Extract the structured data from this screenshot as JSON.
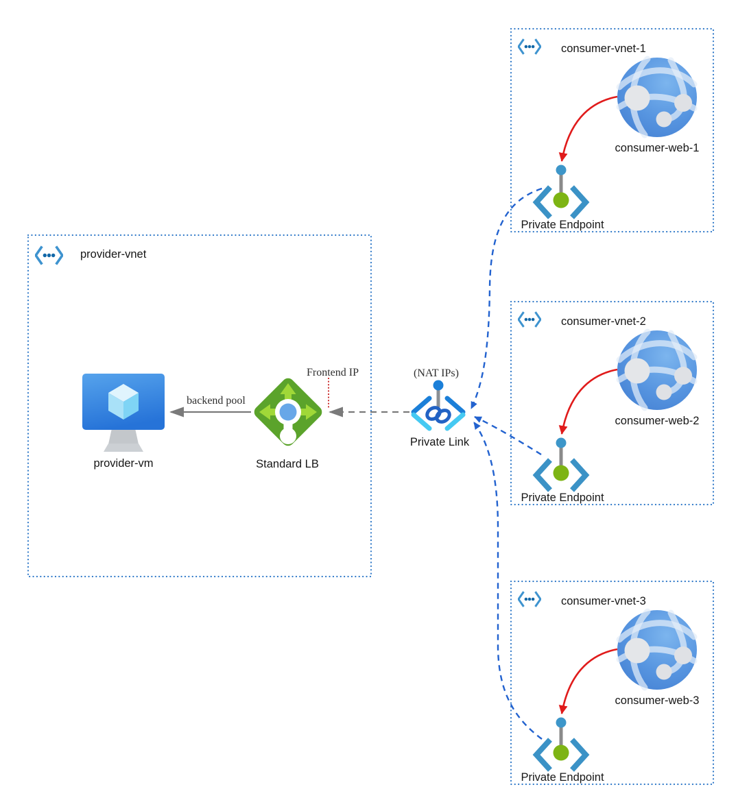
{
  "provider": {
    "vnet_label": "provider-vnet",
    "vm_label": "provider-vm",
    "lb_label": "Standard LB",
    "backend_pool_label": "backend pool",
    "frontend_ip_label": "Frontend IP"
  },
  "private_link": {
    "nat_ips_label": "(NAT IPs)",
    "label": "Private Link"
  },
  "consumers": [
    {
      "vnet_label": "consumer-vnet-1",
      "web_label": "consumer-web-1",
      "endpoint_label": "Private Endpoint"
    },
    {
      "vnet_label": "consumer-vnet-2",
      "web_label": "consumer-web-2",
      "endpoint_label": "Private Endpoint"
    },
    {
      "vnet_label": "consumer-vnet-3",
      "web_label": "consumer-web-3",
      "endpoint_label": "Private Endpoint"
    }
  ],
  "colors": {
    "box_border_blue": "#2e78c8",
    "flow_blue": "#2262cf",
    "flow_red": "#e01b1b",
    "flow_gray": "#7a7a7a",
    "frontend_ip_red": "#c00000",
    "vnet_bracket_blue": "#3e93cf",
    "vnet_dot_blue": "#1268a8",
    "endpoint_bracket_blue": "#3b92c6",
    "endpoint_green": "#7db414",
    "lb_green": "#5ba32b",
    "lb_arrow_green": "#a0d838",
    "link_dark_blue": "#1b7fd8",
    "link_cyan": "#45c9f2",
    "vm_blue": "#2f7fdd"
  }
}
